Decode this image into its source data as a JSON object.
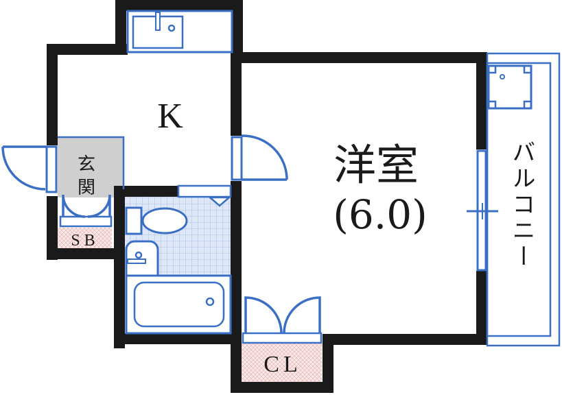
{
  "rooms": {
    "kitchen": "K",
    "western_room_name": "洋室",
    "western_room_size": "(6.0)",
    "entrance_line1": "玄",
    "entrance_line2": "関",
    "shoe_box": "SB",
    "closet": "CL",
    "balcony": "バルコニー"
  },
  "colors": {
    "wall": "#1a1a1a",
    "fixture_stroke": "#3a6fc4",
    "entrance_fill": "#cfcfcf",
    "bath_tile": "#dde7f7",
    "storage_fill": "#f7dede"
  }
}
